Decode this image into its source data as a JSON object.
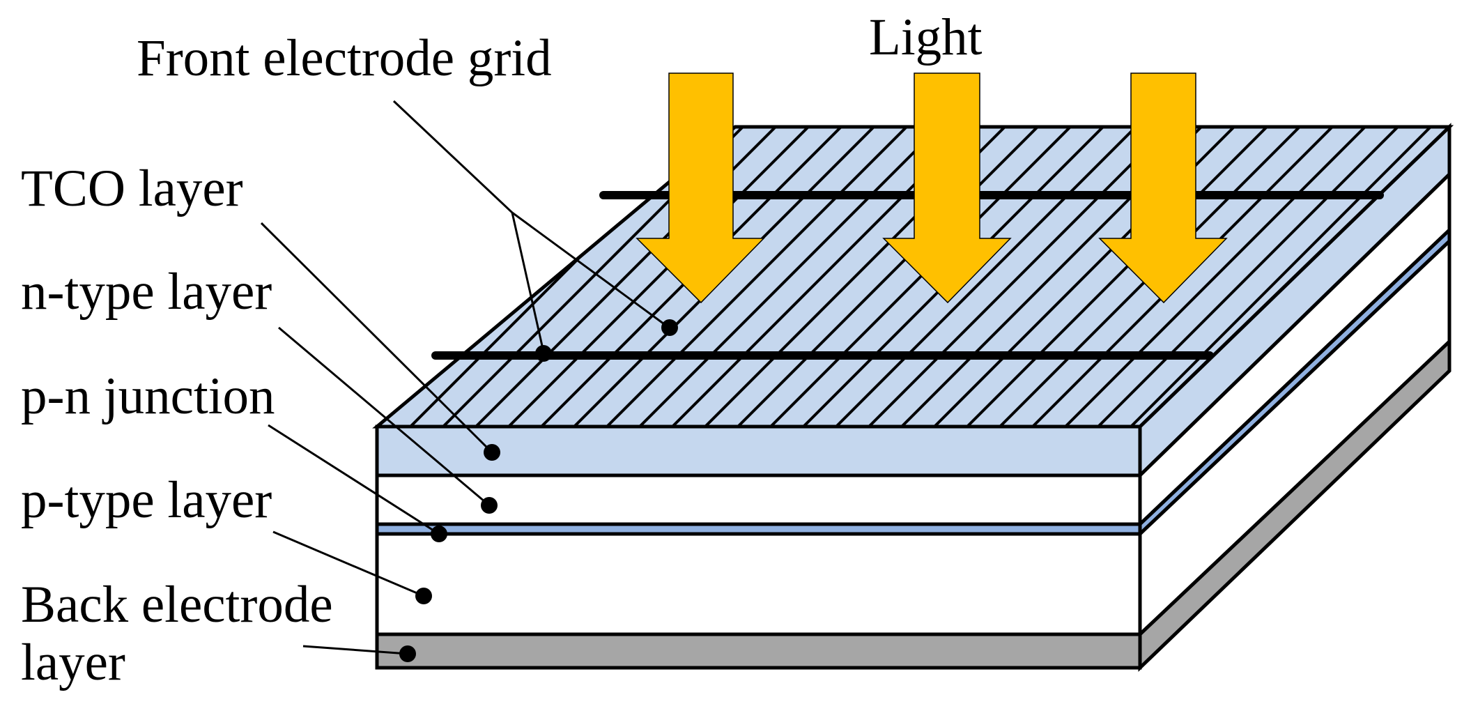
{
  "labels": {
    "light": "Light",
    "front_grid": "Front electrode grid",
    "tco": "TCO layer",
    "n_type": "n-type layer",
    "pn_junction": "p-n junction",
    "p_type": "p-type layer",
    "back_line1": "Back electrode",
    "back_line2": "layer"
  },
  "colors": {
    "tco": "#c5d7ee",
    "junction": "#8fb0e0",
    "n_type": "#ffffff",
    "p_type": "#ffffff",
    "back_electrode": "#a6a6a6",
    "arrow": "#ffc000",
    "outline": "#000000"
  },
  "icons": {
    "light_arrows": "down-arrow"
  }
}
